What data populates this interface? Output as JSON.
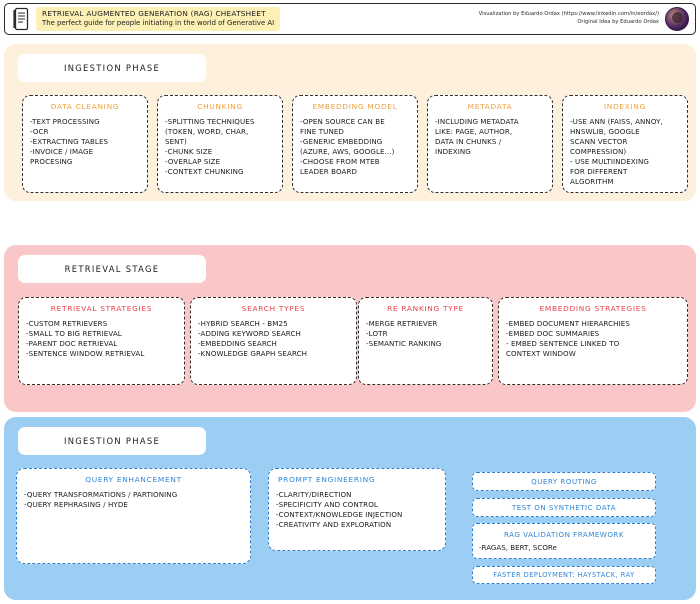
{
  "header": {
    "icon": "notebook-icon",
    "title_line1": "RETRIEVAL AUGMENTED GENERATION (RAG) CHEATSHEET",
    "title_line2": "The perfect guide for people initiating in the world of Generative AI",
    "credit_line1": "Visualization by Eduardo Ordax (https://www.linkedin.com/in/eordax/)",
    "credit_line2": "Original Idea by Eduardo Ordax",
    "avatar": "profile-avatar"
  },
  "colors": {
    "ingestion_bg": "#fdf0dc",
    "retrieval_bg": "#f9c7c7",
    "generation_bg": "#9ccdf2",
    "orange_title": "#f0a040",
    "red_title": "#e8404a",
    "blue_title": "#2f86d8",
    "header_highlight": "#fdf0b5"
  },
  "sections": [
    {
      "label": "INGESTION PHASE",
      "cards": [
        {
          "title": "DATA CLEANING",
          "items": [
            "-TEXT PROCESSING",
            "-OCR",
            "-EXTRACTING TABLES",
            "-INVOICE / IMAGE",
            " PROCESING"
          ]
        },
        {
          "title": "CHUNKING",
          "items": [
            "-SPLITTING TECHNIQUES",
            " (TOKEN, WORD, CHAR,",
            " SENT)",
            "-CHUNK SIZE",
            "-OVERLAP SIZE",
            "-CONTEXT CHUNKING"
          ]
        },
        {
          "title": "EMBEDDING MODEL",
          "items": [
            "-OPEN SOURCE CAN BE",
            " FINE TUNED",
            "-GENERIC EMBEDDING",
            " (AZURE, AWS, GOOGLE...)",
            "-CHOOSE FROM MTEB",
            " LEADER BOARD"
          ]
        },
        {
          "title": "METADATA",
          "items": [
            "-INCLUDING METADATA",
            " LIKE: PAGE, AUTHOR,",
            " DATA IN CHUNKS /",
            " INDEXING"
          ]
        },
        {
          "title": "INDEXING",
          "items": [
            "-USE ANN (FAISS, ANNOY,",
            " HNSWLIB, GOOGLE",
            " SCANN VECTOR",
            " COMPRESSION)",
            "- USE MULTIINDEXING",
            " FOR DIFFERENT",
            " ALGORITHM"
          ]
        }
      ]
    },
    {
      "label": "RETRIEVAL STAGE",
      "cards": [
        {
          "title": "RETRIEVAL STRATEGIES",
          "items": [
            "-CUSTOM RETRIEVERS",
            "-SMALL TO BIG RETRIEVAL",
            "-PARENT DOC RETRIEVAL",
            "-SENTENCE WINDOW RETRIEVAL"
          ]
        },
        {
          "title": "SEARCH TYPES",
          "items": [
            "-HYBRID SEARCH - BM25",
            "-ADDING KEYWORD SEARCH",
            "-EMBEDDING SEARCH",
            "-KNOWLEDGE GRAPH SEARCH"
          ]
        },
        {
          "title": "RE RANKING TYPE",
          "items": [
            "-MERGE RETRIEVER",
            "-LOTR",
            "-SEMANTIC RANKING"
          ]
        },
        {
          "title": "EMBEDDING STRATEGIES",
          "items": [
            "-EMBED DOCUMENT HIERARCHIES",
            "-EMBED DOC SUMMARIES",
            "- EMBED SENTENCE LINKED TO",
            " CONTEXT WINDOW"
          ]
        }
      ]
    },
    {
      "label": "INGESTION PHASE",
      "cards": [
        {
          "title": "QUERY ENHANCEMENT",
          "items": [
            "-QUERY TRANSFORMATIONS / PARTIONING",
            "-QUERY REPHRASING / HYDE"
          ]
        },
        {
          "title": "PROMPT ENGINEERING",
          "items": [
            "-CLARITY/DIRECTION",
            "-SPECIFICITY AND CONTROL",
            "-CONTEXT/KNOWLEDGE INJECTION",
            "-CREATIVITY AND EXPLORATION"
          ]
        }
      ],
      "pills": [
        {
          "label": "QUERY ROUTING"
        },
        {
          "label": "TEST ON SYNTHETIC DATA"
        },
        {
          "label": "RAG VALIDATION FRAMEWORK",
          "item": "-RAGAS, BERT, SCORe"
        },
        {
          "label": "FASTER DEPLOYMENT: HAYSTACK, RAY"
        }
      ]
    }
  ]
}
